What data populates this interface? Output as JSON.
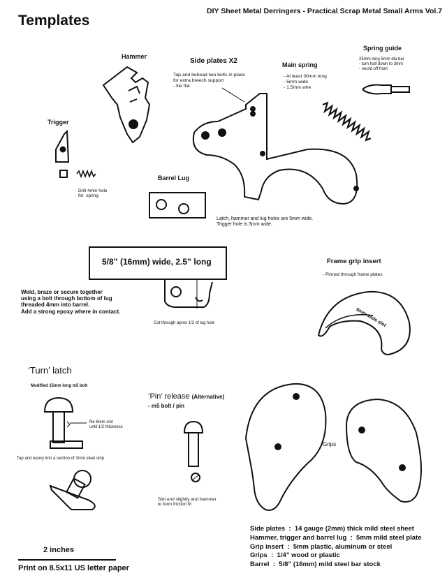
{
  "header": {
    "title": "Templates",
    "subtitle": "DIY Sheet Metal Derringers - Practical Scrap Metal Small Arms Vol.7"
  },
  "labels": {
    "hammer": "Hammer",
    "trigger": "Trigger",
    "drill": "Drill 4mm hole\nfor  spring",
    "barrel_lug": "Barrel Lug",
    "side_plates": "Side plates X2",
    "side_note": "Tap and behead two bolts in place\nfor extra breech support\n- file flat",
    "main_spring": "Main spring",
    "main_spring_specs": "- At least 30mm long\n- 5mm wide\n- 1.5mm wire",
    "spring_guide": "Spring guide",
    "spring_guide_specs": "25mm long 5mm dia bar\n- turn half down to 3mm\n- round off front",
    "holes_note": "Latch, hammer and lug holes are 5mm wide.\nTrigger hole is 3mm wide.",
    "barrel_box": "5/8” (16mm) wide, 2.5” long",
    "weld_note": "Weld, braze or secure together\nusing a bolt through bottom of lug\nthreaded 4mm into barrel.\nAdd a strong epoxy where in contact.",
    "cut_note": "Cut through aprox 1/2 of lug hole",
    "frame_grip": "Frame grip insert",
    "frame_grip_sub": "- Pinned through frame plates",
    "slot_label": "6mm wide slot",
    "turn_latch": "‘Turn’ latch",
    "turn_latch_sub": "Modified 15mm long m5 bolt",
    "file_slot": "file 6mm slot\nuntil 1/2 thickness",
    "tap_epoxy": "Tap and epoxy into a section of 3mm steel strip",
    "pin_release": "‘Pin’ release",
    "pin_alt": "(Alternative)",
    "pin_sub": "- m5 bolt / pin",
    "slot_end": "Slot end slightly and hammer\nto form friction fit",
    "grips": "Grips",
    "materials": "Side plates  :  14 gauge (2mm) thick mild steel sheet\nHammer, trigger and barrel lug  :  5mm mild steel plate\nGrip insert  :  5mm plastic, aluminum or steel\nGrips  :  1/4” wood or plastic\nBarrel  :  5/8” (16mm) mild steel bar stock",
    "scale": "2 inches",
    "print": "Print on 8.5x11 US letter paper"
  }
}
